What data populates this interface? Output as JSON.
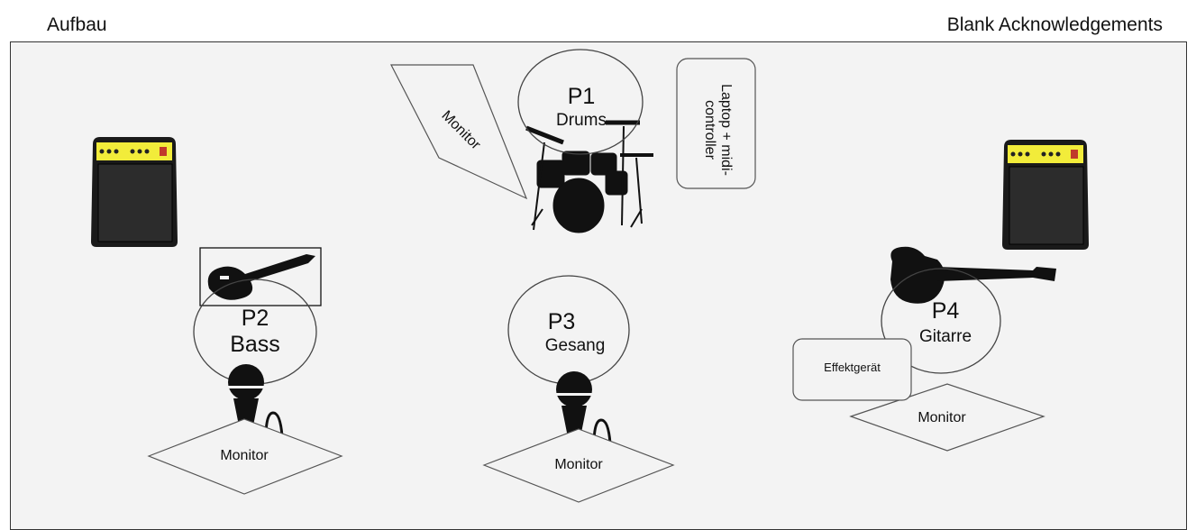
{
  "header": {
    "left_title": "Aufbau",
    "right_title": "Blank Acknowledgements"
  },
  "stage": {
    "positions": [
      {
        "id": "P1",
        "role": "Drums"
      },
      {
        "id": "P2",
        "role": "Bass"
      },
      {
        "id": "P3",
        "role": "Gesang"
      },
      {
        "id": "P4",
        "role": "Gitarre"
      }
    ],
    "monitor_label": "Monitor",
    "laptop_label": "Laptop + midi-controller",
    "effects_label": "Effektgerät"
  },
  "colors": {
    "stage_bg": "#f3f3f3",
    "amp_panel": "#f2ec3a",
    "equipment": "#111111"
  }
}
